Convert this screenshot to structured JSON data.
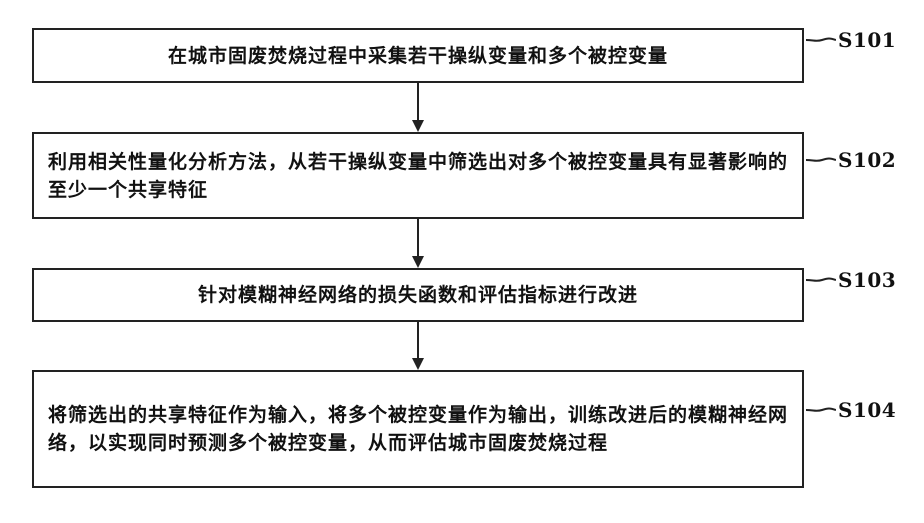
{
  "steps": [
    {
      "id": "S101",
      "text": "在城市固废焚烧过程中采集若干操纵变量和多个被控变量"
    },
    {
      "id": "S102",
      "text": "利用相关性量化分析方法，从若干操纵变量中筛选出对多个被控变量具有显著影响的至少一个共享特征"
    },
    {
      "id": "S103",
      "text": "针对模糊神经网络的损失函数和评估指标进行改进"
    },
    {
      "id": "S104",
      "text": "将筛选出的共享特征作为输入，将多个被控变量作为输出，训练改进后的模糊神经网络，以实现同时预测多个被控变量，从而评估城市固废焚烧过程"
    }
  ]
}
